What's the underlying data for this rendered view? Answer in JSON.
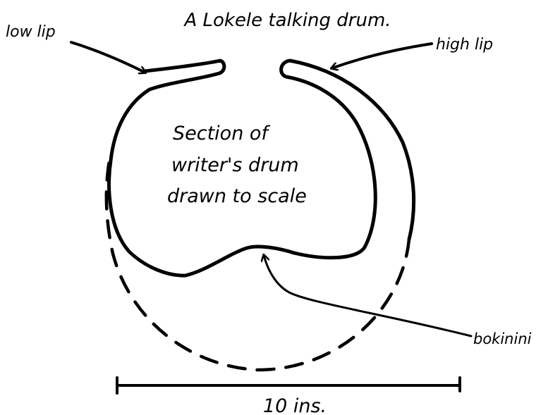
{
  "title": "A Lokele talking drum.",
  "labels": {
    "low_lip": "low lip",
    "high_lip": "high lip",
    "section_line1": "Section of",
    "section_line2": "writer's drum",
    "section_line3": "drawn to scale",
    "bokinini": "bokinini",
    "scale": "10 ins."
  },
  "colors": {
    "ink": "#000000",
    "paper": "#ffffff"
  }
}
